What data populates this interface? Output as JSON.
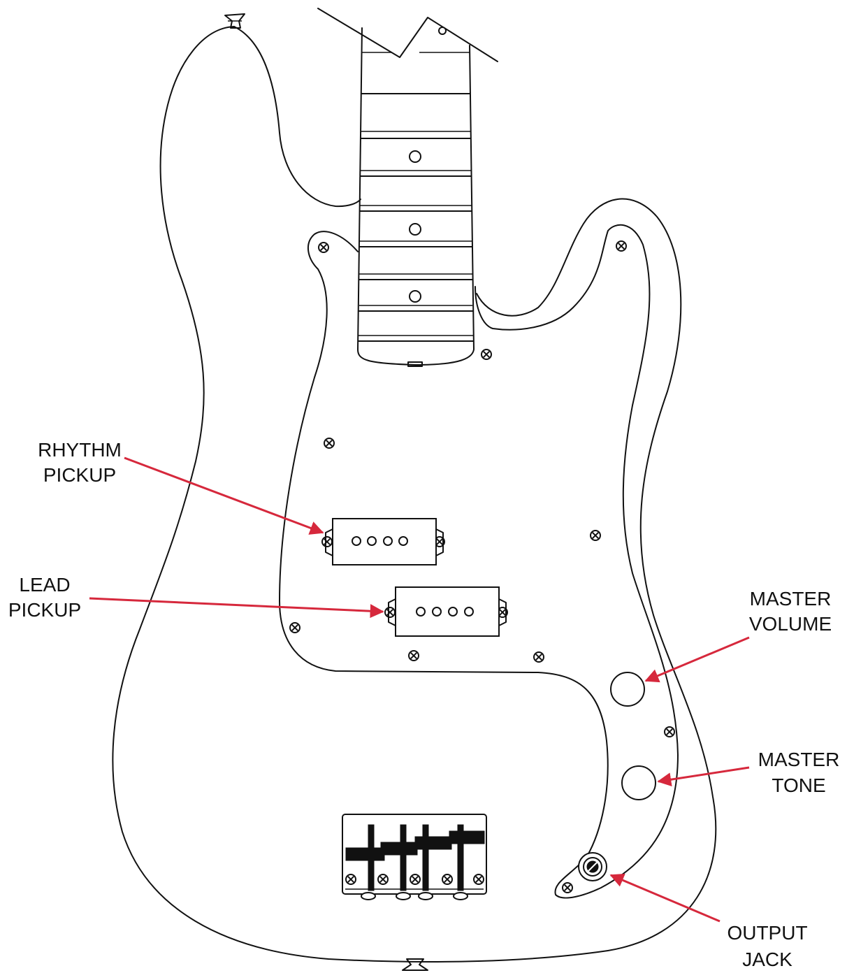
{
  "colors": {
    "outline": "#111111",
    "arrow": "#d6283c",
    "background": "#ffffff"
  },
  "callouts": {
    "rhythm_pickup": {
      "line1": "RHYTHM",
      "line2": "PICKUP"
    },
    "lead_pickup": {
      "line1": "LEAD",
      "line2": "PICKUP"
    },
    "master_volume": {
      "line1": "MASTER",
      "line2": "VOLUME"
    },
    "master_tone": {
      "line1": "MASTER",
      "line2": "TONE"
    },
    "output_jack": {
      "line1": "OUTPUT",
      "line2": "JACK"
    }
  }
}
